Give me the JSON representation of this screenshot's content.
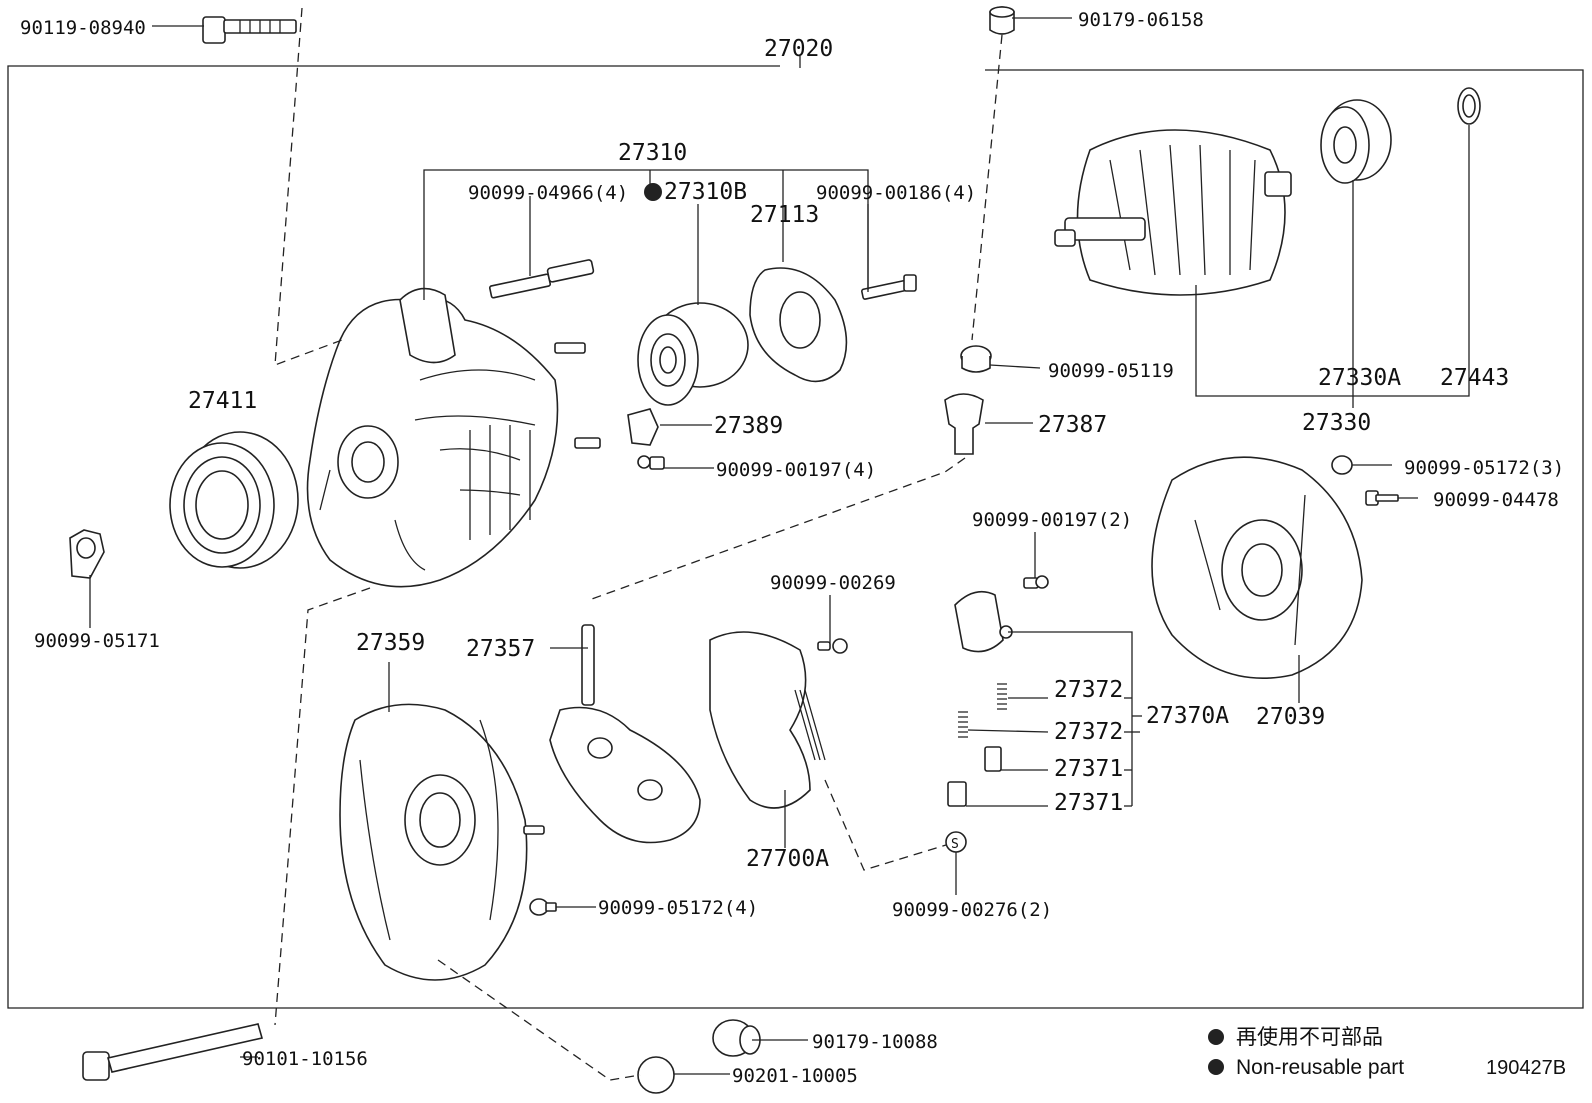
{
  "diagram": {
    "assembly": "27020",
    "sheet_code": "190427B",
    "legend": {
      "jp": "再使用不可部品",
      "en": "Non-reusable part"
    },
    "callouts": {
      "p90119_08940": "90119-08940",
      "p90179_06158": "90179-06158",
      "p27310": "27310",
      "p90099_04966": "90099-04966(4)",
      "p27310B": "27310B",
      "p90099_00186": "90099-00186(4)",
      "p27113": "27113",
      "p90099_05119": "90099-05119",
      "p27330A": "27330A",
      "p27443": "27443",
      "p27330": "27330",
      "p27411": "27411",
      "p27389": "27389",
      "p27387": "27387",
      "p90099_00197_4": "90099-00197(4)",
      "p90099_05172_3": "90099-05172(3)",
      "p90099_04478": "90099-04478",
      "p90099_00197_2": "90099-00197(2)",
      "p90099_05171": "90099-05171",
      "p90099_00269": "90099-00269",
      "p27359": "27359",
      "p27357": "27357",
      "p27372a": "27372",
      "p27372b": "27372",
      "p27370A": "27370A",
      "p27371a": "27371",
      "p27371b": "27371",
      "p27039": "27039",
      "p27700A": "27700A",
      "p90099_05172_4": "90099-05172(4)",
      "p90099_00276": "90099-00276(2)",
      "p90179_10088": "90179-10088",
      "p90101_10156": "90101-10156",
      "p90201_10005": "90201-10005"
    }
  }
}
